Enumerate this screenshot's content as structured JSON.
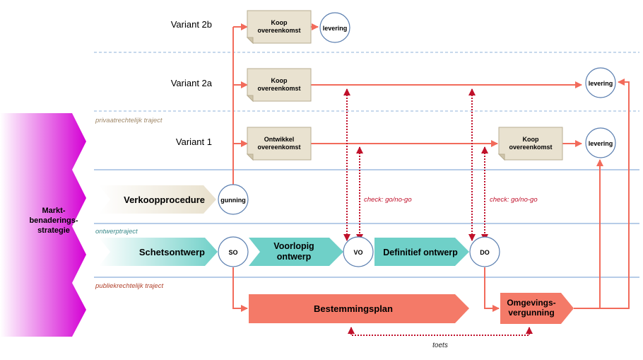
{
  "colors": {
    "magenta": "#d400d4",
    "teal": "#6fd0c8",
    "salmon": "#f47a68",
    "beige_box": "#e9e2d0",
    "arrow_red": "#f26b5b",
    "dotted_red": "#c0102a",
    "grid_blue": "#8fb0d8",
    "track_text": "#a08868"
  },
  "sidebar": {
    "label": "Markt-\nbenaderings-\nstrategie"
  },
  "rows": {
    "variant_2b": "Variant 2b",
    "variant_2a": "Variant 2a",
    "variant_1": "Variant 1"
  },
  "tracks": {
    "privaat": "privaatrechtelijk traject",
    "ontwerp": "ontwerptraject",
    "publiek": "publiekrechtelijk traject"
  },
  "boxes": {
    "koop_2b": "Koop\novereenkomst",
    "koop_2a": "Koop\novereenkomst",
    "ontwikkel_1": "Ontwikkel\novereenkomst",
    "koop_1": "Koop\novereenkomst"
  },
  "circles": {
    "levering_2b": "levering",
    "levering_2a": "levering",
    "levering_1": "levering",
    "gunning": "gunning",
    "so": "SO",
    "vo": "VO",
    "do": "DO"
  },
  "arrows": {
    "verkoopprocedure": "Verkoopprocedure",
    "schetsontwerp": "Schetsontwerp",
    "voorlopig_ontwerp": "Voorlopig\nontwerp",
    "definitief_ontwerp": "Definitief ontwerp",
    "bestemmingsplan": "Bestemmingsplan",
    "omgevingsvergunning": "Omgevings-\nvergunning"
  },
  "annotations": {
    "check_1": "check: go/no-go",
    "check_2": "check: go/no-go",
    "toets": "toets"
  }
}
